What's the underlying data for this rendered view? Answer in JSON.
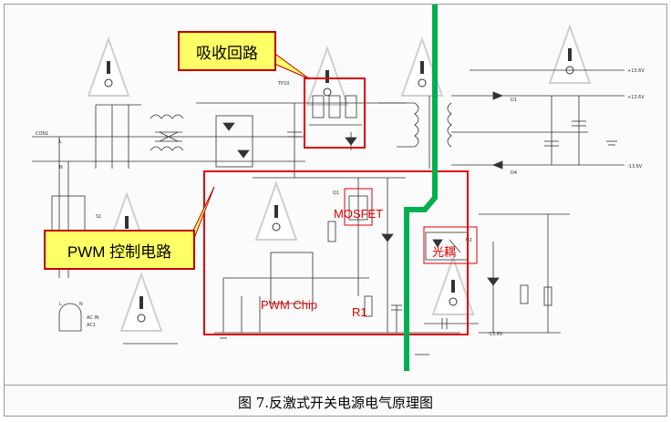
{
  "callouts": {
    "absorb_circuit": "吸收回路",
    "pwm_control": "PWM 控制电路"
  },
  "labels": {
    "mosfet": "MOSFET",
    "optocoupler": "光耦",
    "pwm_chip": "PWM Chip",
    "r1": "R1"
  },
  "caption": "图 7.反激式开关电源电气原理图",
  "schematic_text": {
    "con1": "CON1",
    "ac_in": "AC IN",
    "ac1": "AC1",
    "l": "L",
    "n": "N",
    "s1": "S1",
    "q1": "Q1",
    "u2": "U2",
    "d1": "D1",
    "d4": "D4",
    "tp": "TP10",
    "out_pos": "+13.6V",
    "out_neg": "-13.6V"
  },
  "colors": {
    "highlight_box": "#e00000",
    "callout_fill": "#ffff66",
    "isolation_line": "#00b050"
  }
}
